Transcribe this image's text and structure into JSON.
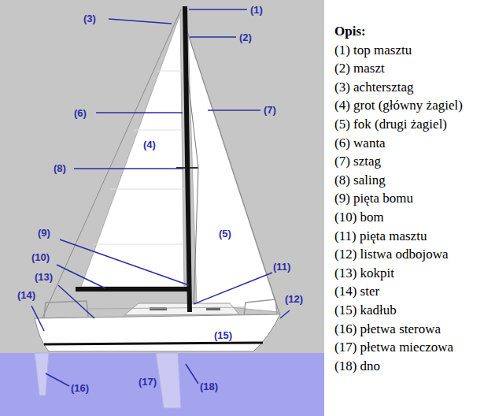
{
  "diagram": {
    "labels": [
      "(1)",
      "(2)",
      "(3)",
      "(4)",
      "(5)",
      "(6)",
      "(7)",
      "(8)",
      "(9)",
      "(10)",
      "(11)",
      "(12)",
      "(13)",
      "(14)",
      "(15)",
      "(16)",
      "(17)",
      "(18)",
      "Opis:",
      "(1) top masztu",
      "(2) maszt",
      "(3) achtersztag",
      "(4) grot (główny żagiel)",
      "(5) fok (drugi żagiel)",
      "(6) wanta",
      "(7) sztag",
      "(8) saling",
      "(9) pięta bomu",
      "(10) bom",
      "(11) pięta masztu",
      "(12) listwa odbojowa",
      "(13) kokpit",
      "(14) ster",
      "(15) kadłub",
      "(16) płetwa sterowa",
      "(17) płetwa mieczowa",
      "(18) dno"
    ]
  }
}
